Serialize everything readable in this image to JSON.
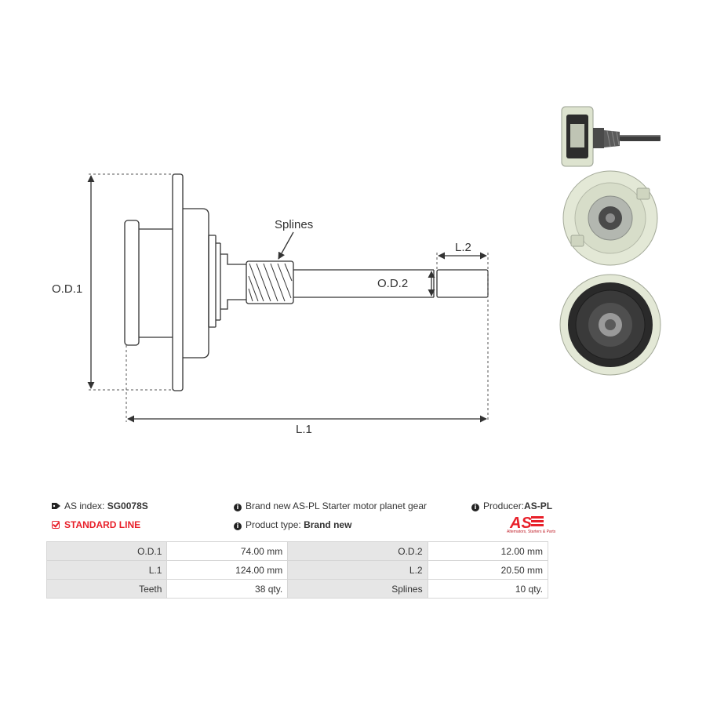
{
  "drawing": {
    "od1": "O.D.1",
    "od2": "O.D.2",
    "l1": "L.1",
    "l2": "L.2",
    "splines": "Splines"
  },
  "info": {
    "as_index_label": "AS index:",
    "as_index_value": "SG0078S",
    "standard_line": "STANDARD LINE",
    "description": "Brand new AS-PL Starter motor planet gear",
    "product_type_label": "Product type:",
    "product_type_value": "Brand new",
    "producer_label": "Producer:",
    "producer_value": "AS-PL",
    "logo_text": "AS",
    "logo_tagline": "Alternators, Starters & Parts"
  },
  "specs": [
    {
      "l1": "O.D.1",
      "v1": "74.00 mm",
      "l2": "O.D.2",
      "v2": "12.00 mm"
    },
    {
      "l1": "L.1",
      "v1": "124.00 mm",
      "l2": "L.2",
      "v2": "20.50 mm"
    },
    {
      "l1": "Teeth",
      "v1": "38 qty.",
      "l2": "Splines",
      "v2": "10 qty."
    }
  ],
  "colors": {
    "accent": "#e8202a",
    "line": "#333333",
    "table_label_bg": "#e6e6e6"
  }
}
